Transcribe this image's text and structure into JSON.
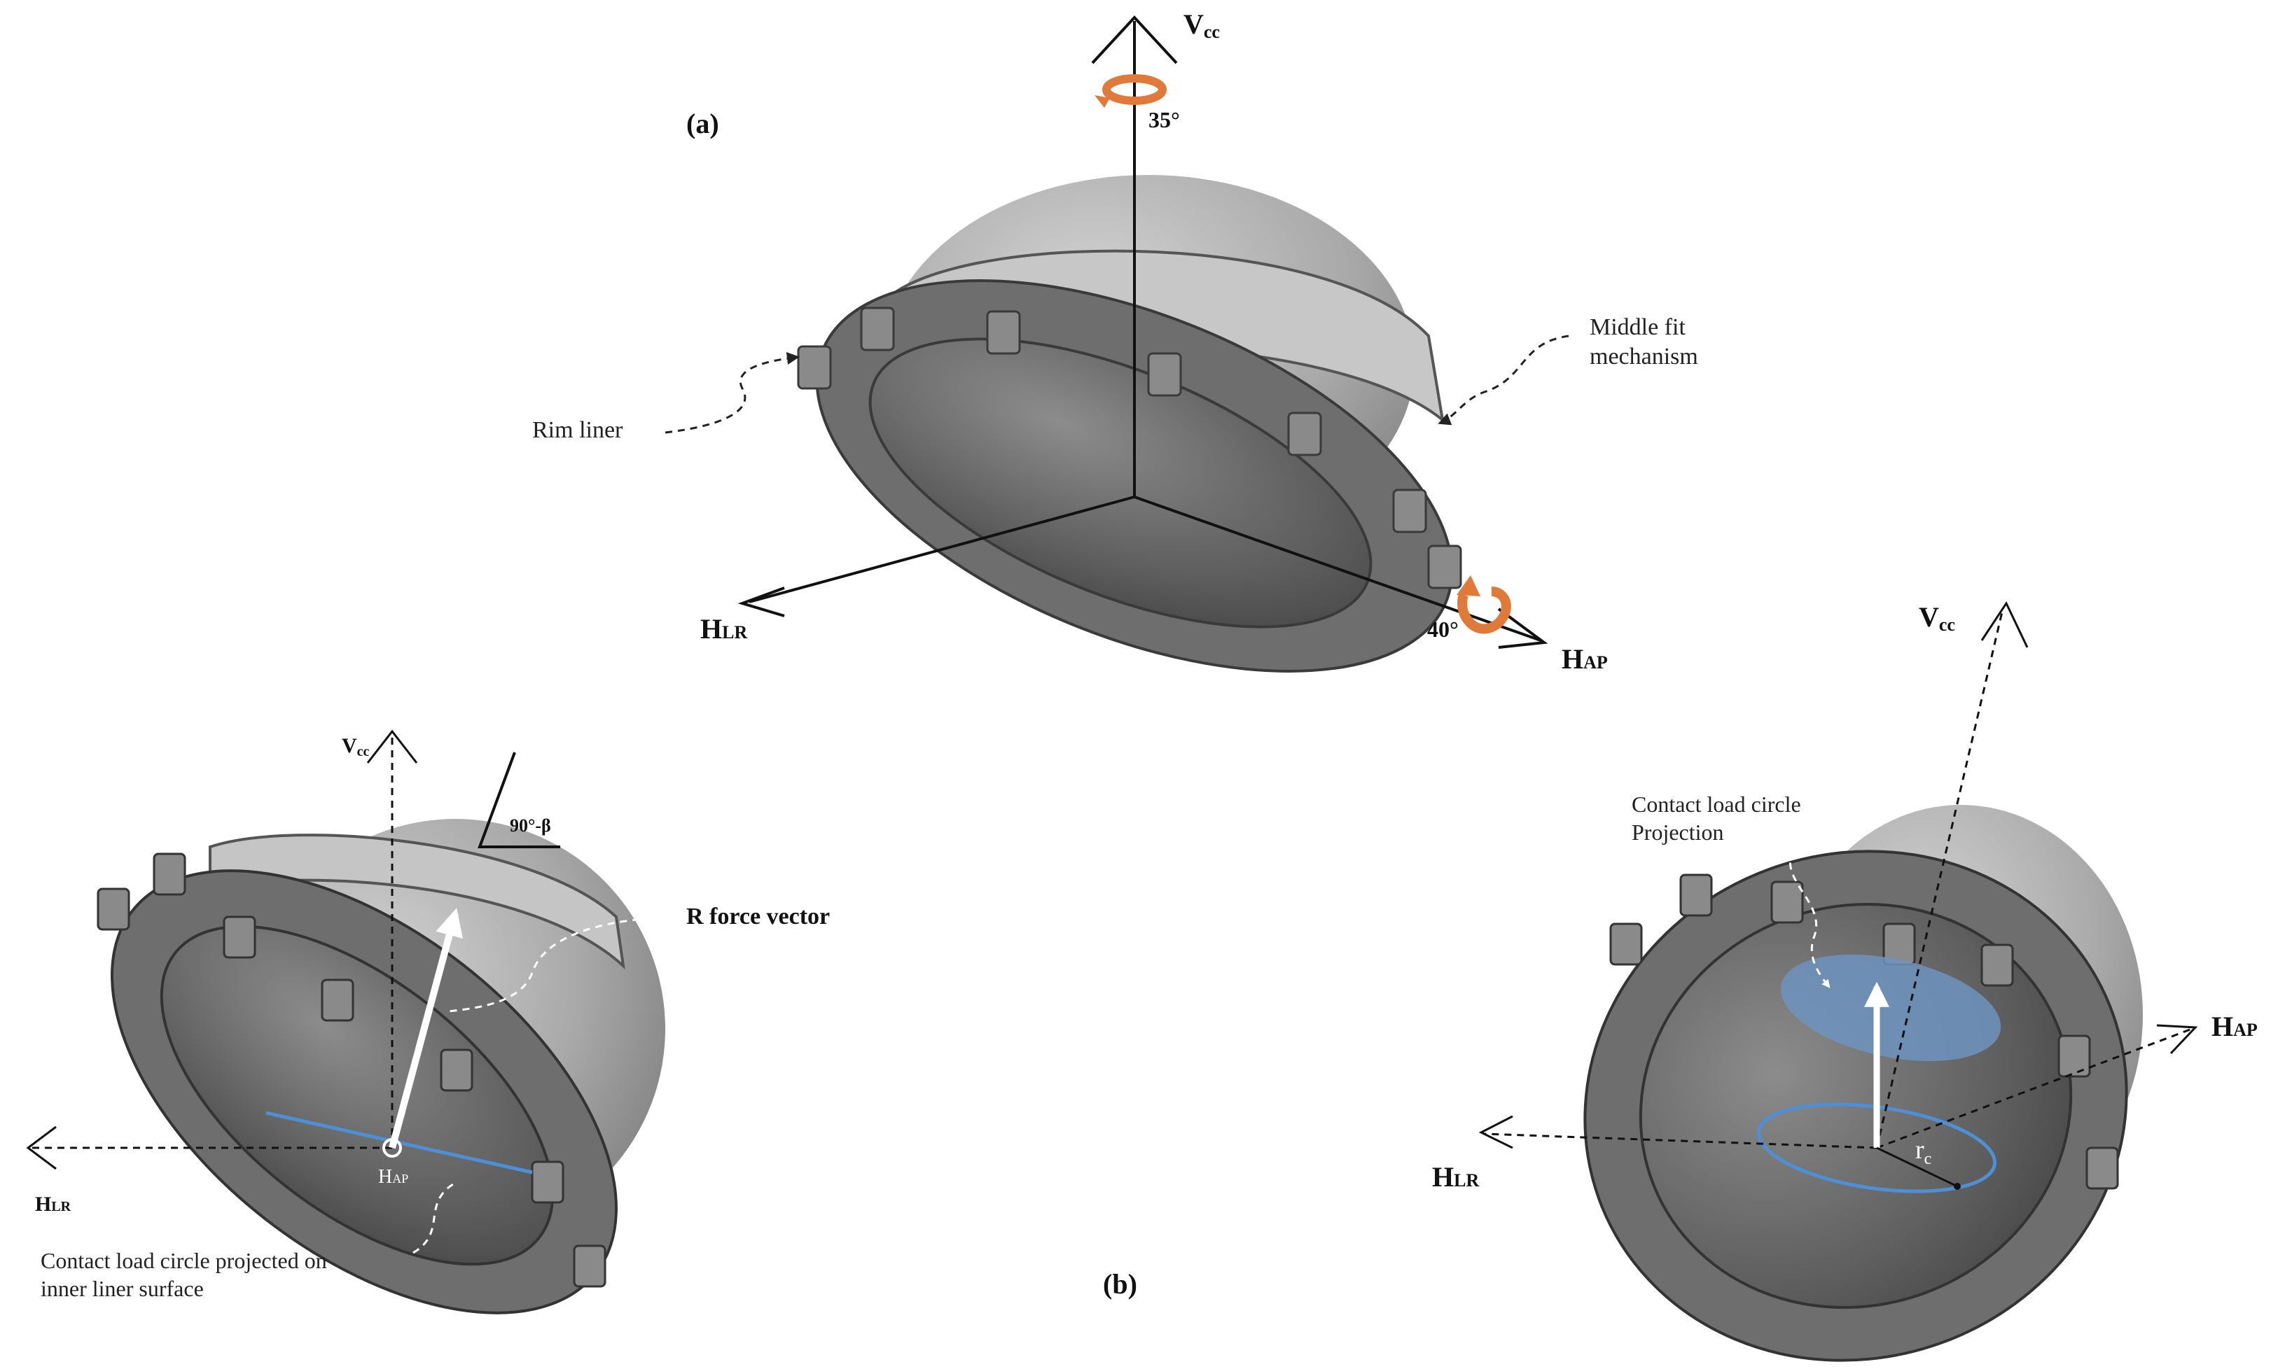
{
  "panels": {
    "a": {
      "label": "(a)",
      "axes": {
        "vertical": "V",
        "vertical_sub": "cc",
        "lateral": "H",
        "lateral_sub": "LR",
        "ap": "H",
        "ap_sub": "AP"
      },
      "rotation_vertical": "35°",
      "rotation_ap": "40°",
      "callouts": {
        "rim_liner": "Rim liner",
        "middle_fit_line1": "Middle fit",
        "middle_fit_line2": "mechanism"
      }
    },
    "b": {
      "label": "(b)",
      "left": {
        "axes": {
          "vertical": "V",
          "vertical_sub": "cc",
          "lateral": "H",
          "lateral_sub": "LR",
          "ap": "H",
          "ap_sub": "AP"
        },
        "angle": "90°-β",
        "force_label": "R force vector",
        "contact_line1": "Contact load circle projected on",
        "contact_line2": "inner liner surface"
      },
      "right": {
        "axes": {
          "vertical": "V",
          "vertical_sub": "cc",
          "lateral": "H",
          "lateral_sub": "LR",
          "ap": "H",
          "ap_sub": "AP"
        },
        "projection_line1": "Contact load circle",
        "projection_line2": "Projection",
        "radius": "r",
        "radius_sub": "c"
      }
    }
  },
  "colors": {
    "liner": "#7d7d7d",
    "liner_dark": "#4a4a4a",
    "dome": "#b5b5b5",
    "rotation_arrow": "#e07a3a",
    "contact": "#4f8fd6",
    "projection_fill": "#6f93c0"
  }
}
